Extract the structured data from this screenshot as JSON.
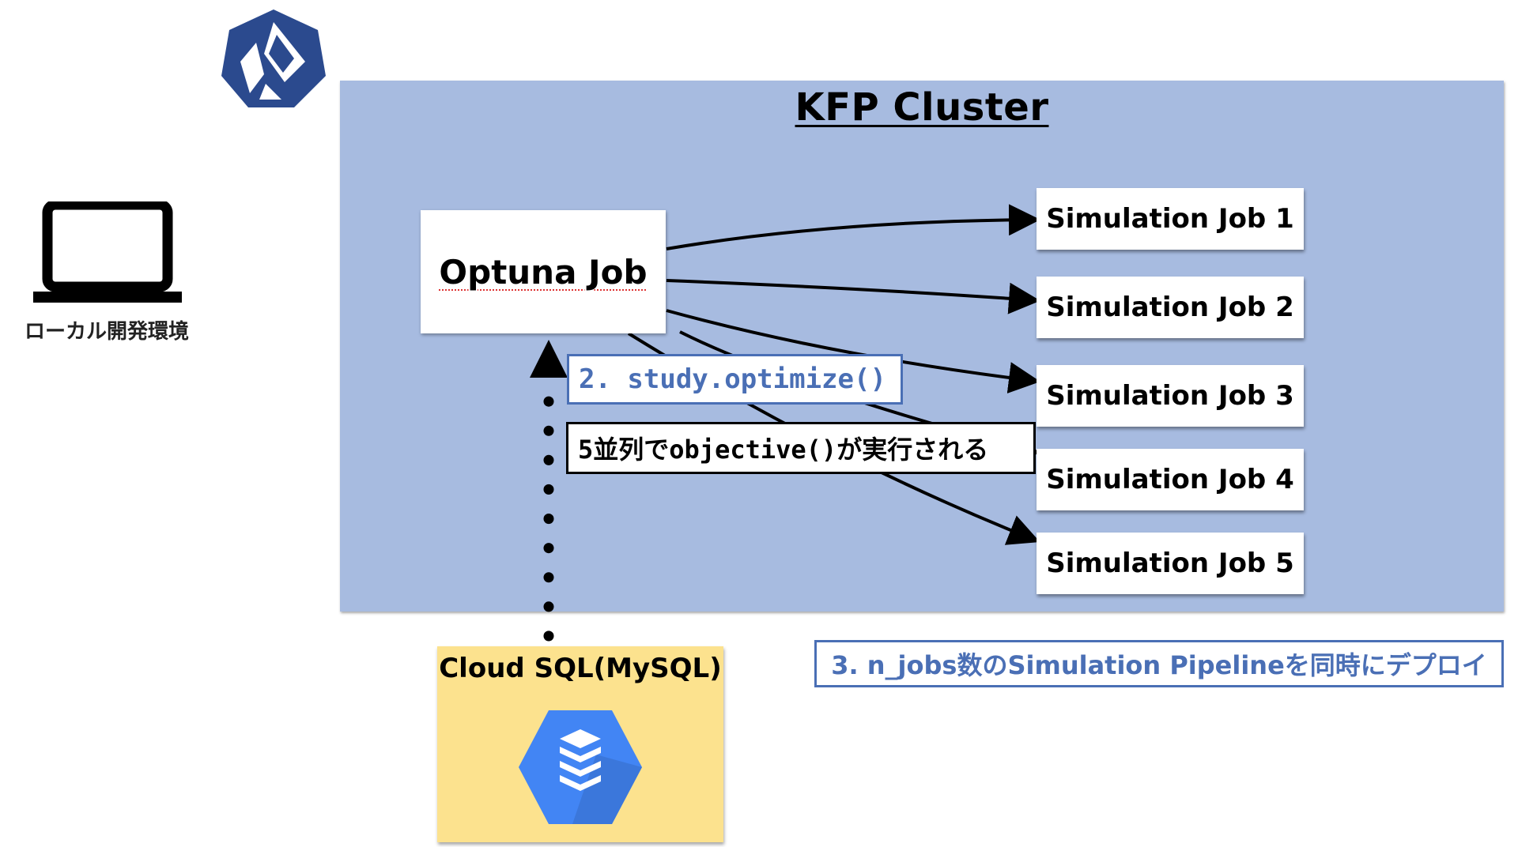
{
  "cluster": {
    "title": "KFP Cluster",
    "color": "#a7bbe0"
  },
  "optuna_job": {
    "label": "Optuna Job"
  },
  "simulation_jobs": [
    {
      "label": "Simulation Job 1"
    },
    {
      "label": "Simulation Job 2"
    },
    {
      "label": "Simulation Job 3"
    },
    {
      "label": "Simulation Job 4"
    },
    {
      "label": "Simulation Job 5"
    }
  ],
  "annotations": {
    "optimize": "2. study.optimize()",
    "parallel": "5並列でobjective()が実行される",
    "deploy": "3. n_jobs数のSimulation Pipelineを同時にデプロイ"
  },
  "cloud_sql": {
    "title": "Cloud SQL(MySQL)",
    "color": "#fce28e",
    "icon": "cloud-sql-icon"
  },
  "local_env": {
    "label": "ローカル開発環境",
    "icon": "laptop-icon"
  },
  "logo": {
    "icon": "kubeflow-logo-icon",
    "color": "#2b4a8e"
  },
  "colors": {
    "accent_blue": "#4a6fb5",
    "google_blue": "#4285f4"
  }
}
